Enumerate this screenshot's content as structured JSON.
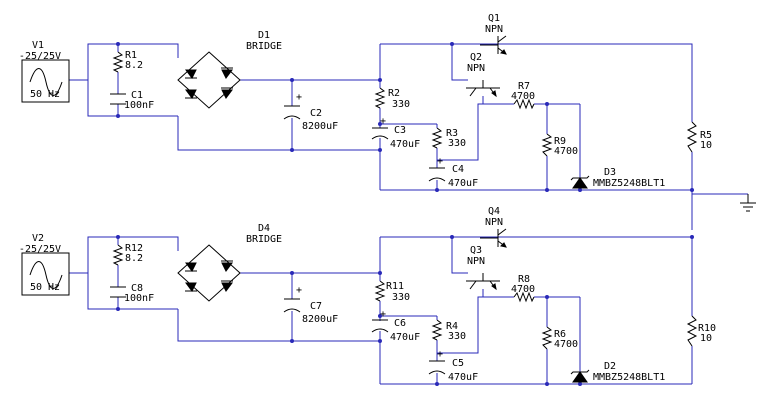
{
  "wire_color": "#2929b8",
  "component_color": "#000000",
  "background": "#ffffff",
  "channels": [
    {
      "source": {
        "ref": "V1",
        "value": "-25/25V",
        "freq": "50 Hz"
      },
      "rs": {
        "ref": "R1",
        "value": "8.2"
      },
      "cs": {
        "ref": "C1",
        "value": "100nF"
      },
      "bridge": {
        "ref": "D1",
        "value": "BRIDGE"
      },
      "cbulk": {
        "ref": "C2",
        "value": "8200uF"
      },
      "rbias": {
        "ref": "R2",
        "value": "330"
      },
      "cmid": {
        "ref": "C3",
        "value": "470uF"
      },
      "rmid": {
        "ref": "R3",
        "value": "330"
      },
      "cout": {
        "ref": "C4",
        "value": "470uF"
      },
      "qpass": {
        "ref": "Q1",
        "value": "NPN"
      },
      "qdrv": {
        "ref": "Q2",
        "value": "NPN"
      },
      "rser": {
        "ref": "R7",
        "value": "4700"
      },
      "rpd": {
        "ref": "R9",
        "value": "4700"
      },
      "zener": {
        "ref": "D3",
        "value": "MMBZ5248BLT1"
      },
      "rload": {
        "ref": "R5",
        "value": "10"
      }
    },
    {
      "source": {
        "ref": "V2",
        "value": "-25/25V",
        "freq": "50 Hz"
      },
      "rs": {
        "ref": "R12",
        "value": "8.2"
      },
      "cs": {
        "ref": "C8",
        "value": "100nF"
      },
      "bridge": {
        "ref": "D4",
        "value": "BRIDGE"
      },
      "cbulk": {
        "ref": "C7",
        "value": "8200uF"
      },
      "rbias": {
        "ref": "R11",
        "value": "330"
      },
      "cmid": {
        "ref": "C6",
        "value": "470uF"
      },
      "rmid": {
        "ref": "R4",
        "value": "330"
      },
      "cout": {
        "ref": "C5",
        "value": "470uF"
      },
      "qpass": {
        "ref": "Q4",
        "value": "NPN"
      },
      "qdrv": {
        "ref": "Q3",
        "value": "NPN"
      },
      "rser": {
        "ref": "R8",
        "value": "4700"
      },
      "rpd": {
        "ref": "R6",
        "value": "4700"
      },
      "zener": {
        "ref": "D2",
        "value": "MMBZ5248BLT1"
      },
      "rload": {
        "ref": "R10",
        "value": "10"
      }
    }
  ]
}
